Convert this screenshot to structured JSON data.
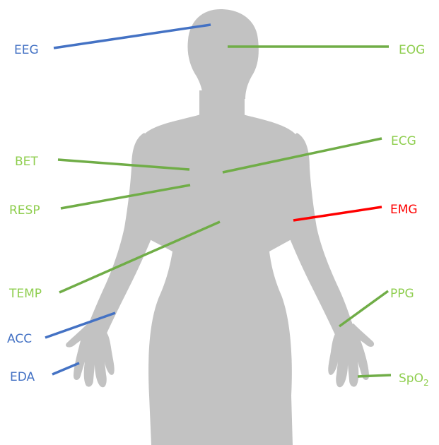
{
  "colors": {
    "body_fill": "#c2c2c2",
    "background": "#ffffff",
    "blue": "#4472c4",
    "green": "#70ad47",
    "green_label": "#8fce4f",
    "red": "#ff0000"
  },
  "sensors": [
    {
      "id": "eeg",
      "label": "EEG",
      "color": "blue"
    },
    {
      "id": "eog",
      "label": "EOG",
      "color": "green"
    },
    {
      "id": "bet",
      "label": "BET",
      "color": "green"
    },
    {
      "id": "ecg",
      "label": "ECG",
      "color": "green"
    },
    {
      "id": "resp",
      "label": "RESP",
      "color": "green"
    },
    {
      "id": "emg",
      "label": "EMG",
      "color": "red"
    },
    {
      "id": "temp",
      "label": "TEMP",
      "color": "green"
    },
    {
      "id": "ppg",
      "label": "PPG",
      "color": "green"
    },
    {
      "id": "acc",
      "label": "ACC",
      "color": "blue"
    },
    {
      "id": "eda",
      "label": "EDA",
      "color": "blue"
    },
    {
      "id": "spo2",
      "label": "SpO",
      "label_subscript": "2",
      "color": "green"
    }
  ]
}
